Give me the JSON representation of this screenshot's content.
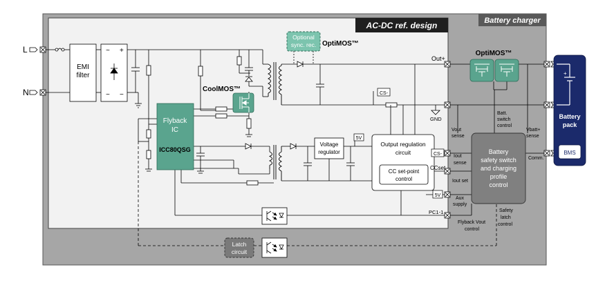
{
  "frames": {
    "charger_title": "Battery charger",
    "ref_design_title": "AC-DC ref. design"
  },
  "terminals": {
    "line": "L",
    "neutral": "N",
    "out_plus": "Out+",
    "gnd": "GND"
  },
  "blocks": {
    "emi_line1": "EMI",
    "emi_line2": "filter",
    "flyback_line1": "Flyback",
    "flyback_line2": "IC",
    "flyback_part": "ICC80QSG",
    "voltage_reg_line1": "Voltage",
    "voltage_reg_line2": "regulator",
    "output_reg_line1": "Output regulation",
    "output_reg_line2": "circuit",
    "cc_setpoint_line1": "CC set-point",
    "cc_setpoint_line2": "control",
    "safety_line1": "Battery",
    "safety_line2": "safety switch",
    "safety_line3": "and charging",
    "safety_line4": "profile",
    "safety_line5": "control",
    "sync_rec_line1": "Optional",
    "sync_rec_line2": "sync. rec.",
    "latch_line1": "Latch",
    "latch_line2": "circuit",
    "battery_line1": "Battery",
    "battery_line2": "pack",
    "bms": "BMS"
  },
  "labels": {
    "coolmos": "CoolMOS™",
    "optimos_sync": "OptiMOS™",
    "optimos_switch": "OptiMOS™",
    "cs_top": "CS-",
    "fivev_reg": "5V",
    "vout_sense_1": "Vout",
    "vout_sense_2": "sense",
    "batt_switch_1": "Batt.",
    "batt_switch_2": "switch",
    "batt_switch_3": "control",
    "vbatt_sense_1": "Vbatt+",
    "vbatt_sense_2": "sense",
    "cs_right": "CS-",
    "iout_sense_1": "Iout",
    "iout_sense_2": "sense",
    "ccset": "CCset",
    "iout_set": "Iout set",
    "comm": "Comm.",
    "fivev_aux": "5V",
    "aux_supply_1": "Aux",
    "aux_supply_2": "supply",
    "pc11": "PC1-1",
    "flyback_vout_1": "Flyback Vout",
    "flyback_vout_2": "control",
    "safety_latch_1": "Safety",
    "safety_latch_2": "latch",
    "safety_latch_3": "control",
    "rect_ac": "~",
    "rect_plus": "+",
    "rect_minus": "−"
  },
  "colors": {
    "teal": "#5aa48e",
    "teal_light": "#7cc4ae",
    "navy": "#1b2a6b",
    "gray_bg": "#a6a6a6",
    "inner_bg": "#f2f2f2",
    "dark_gray": "#7a7a7a",
    "safety_fill": "#808080"
  }
}
